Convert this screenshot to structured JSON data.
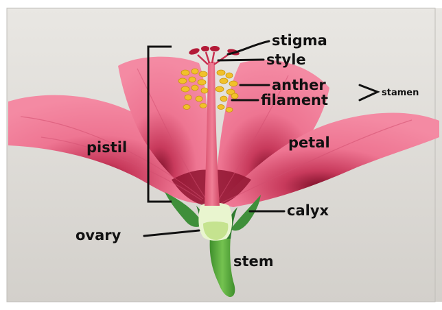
{
  "labels": {
    "stigma": "stigma",
    "style": "style",
    "anther": "anther",
    "filament": "filament",
    "stamen": "stamen",
    "pistil": "pistil",
    "petal": "petal",
    "calyx": "calyx",
    "ovary": "ovary",
    "stem": "stem"
  },
  "colors": {
    "background": "#dcdad6",
    "petal": "#ec6f8d",
    "petal_vein": "#d24e70",
    "throat": "#8f1430",
    "style": "#e85a76",
    "anther": "#f1c12a",
    "calyx": "#3f8f3a",
    "ovary": "#e9f5cf",
    "stem": "#62b040",
    "label": "#111111"
  }
}
